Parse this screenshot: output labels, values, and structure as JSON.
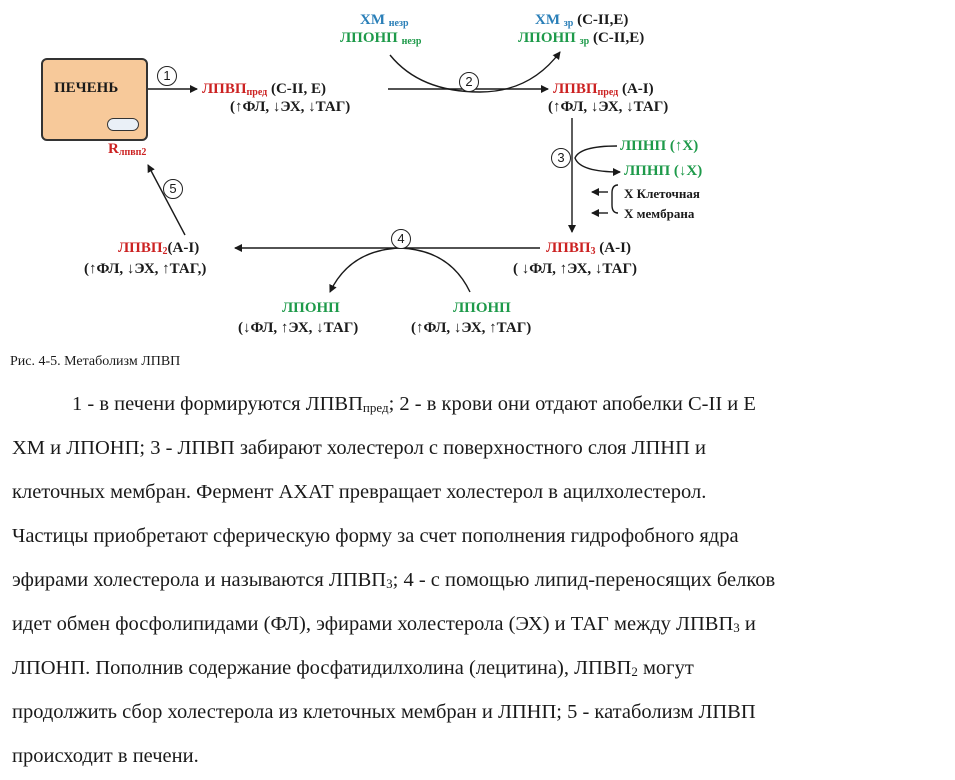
{
  "diagram": {
    "liver": "ПЕЧЕНЬ",
    "receptor": {
      "base": "R",
      "sub": "лпвп",
      "sub2": "2"
    },
    "step_numbers": [
      "1",
      "2",
      "3",
      "4",
      "5"
    ],
    "hdl_nascent_top": {
      "name": "ЛПВП",
      "sub": "пред",
      "apo": "(С-II, Е)",
      "composition": "(↑ФЛ, ↓ЭХ, ↓ТАГ)"
    },
    "hdl_nascent_right": {
      "name": "ЛПВП",
      "sub": "пред",
      "apo": "(А-I)",
      "composition": "(↑ФЛ, ↓ЭХ, ↓ТАГ)"
    },
    "cm_immature": {
      "name": "ХМ",
      "sub": "незр"
    },
    "vldl_immature": {
      "name": "ЛПОНП",
      "sub": "незр"
    },
    "cm_mature": {
      "name": "ХМ",
      "sub": "зр",
      "apo": "(С-II,Е)"
    },
    "vldl_mature": {
      "name": "ЛПОНП",
      "sub": "зр",
      "apo": "(С-II,Е)"
    },
    "ldl_in": "ЛПНП (↑Х)",
    "ldl_out": "ЛПНП (↓Х)",
    "cell_chol_1": "Х Клеточная",
    "cell_chol_2": "Х мембрана",
    "hdl3": {
      "name": "ЛПВП",
      "sub": "3",
      "apo": "(А-I)",
      "composition": "( ↓ФЛ, ↑ЭХ, ↓ТАГ)"
    },
    "hdl2": {
      "name": "ЛПВП",
      "sub": "2",
      "apo": "(А-I)",
      "composition": "(↑ФЛ, ↓ЭХ, ↑ТАГ,)"
    },
    "vldl_left": {
      "name": "ЛПОНП",
      "composition": "(↓ФЛ, ↑ЭХ, ↓ТАГ)"
    },
    "vldl_right": {
      "name": "ЛПОНП",
      "composition": "(↑ФЛ, ↓ЭХ, ↑ТАГ)"
    }
  },
  "caption": "Рис. 4-5. Метаболизм ЛПВП",
  "text": {
    "l1": [
      "1 - в печени формируются ЛПВП",
      "пред",
      "; 2 - в крови они отдают апобелки С-II и Е"
    ],
    "l2": "ХМ и ЛПОНП; 3 - ЛПВП забирают холестерол с поверхностного слоя ЛПНП и",
    "l3": "клеточных мембран. Фермент АХАТ превращает холестерол в ацилхолестерол.",
    "l4": "Частицы приобретают сферическую форму за счет пополнения гидрофобного ядра",
    "l5": [
      "эфирами холестерола и называются ЛПВП",
      "3",
      "; 4 - с помощью липид-переносящих белков"
    ],
    "l6": [
      "идет обмен фосфолипидами (ФЛ), эфирами холестерола (ЭХ) и ТАГ между ЛПВП",
      "3",
      " и"
    ],
    "l7": [
      "ЛПОНП. Пополнив содержание фосфатидилхолина (лецитина), ЛПВП",
      "2",
      " могут"
    ],
    "l8": "продолжить сбор холестерола из клеточных мембран и ЛПНП; 5 - катаболизм ЛПВП",
    "l9": "происходит в печени."
  },
  "colors": {
    "red": "#cc2222",
    "green": "#1e9a4a",
    "blue": "#2a7fb8",
    "liver_fill": "#f7c99a"
  }
}
